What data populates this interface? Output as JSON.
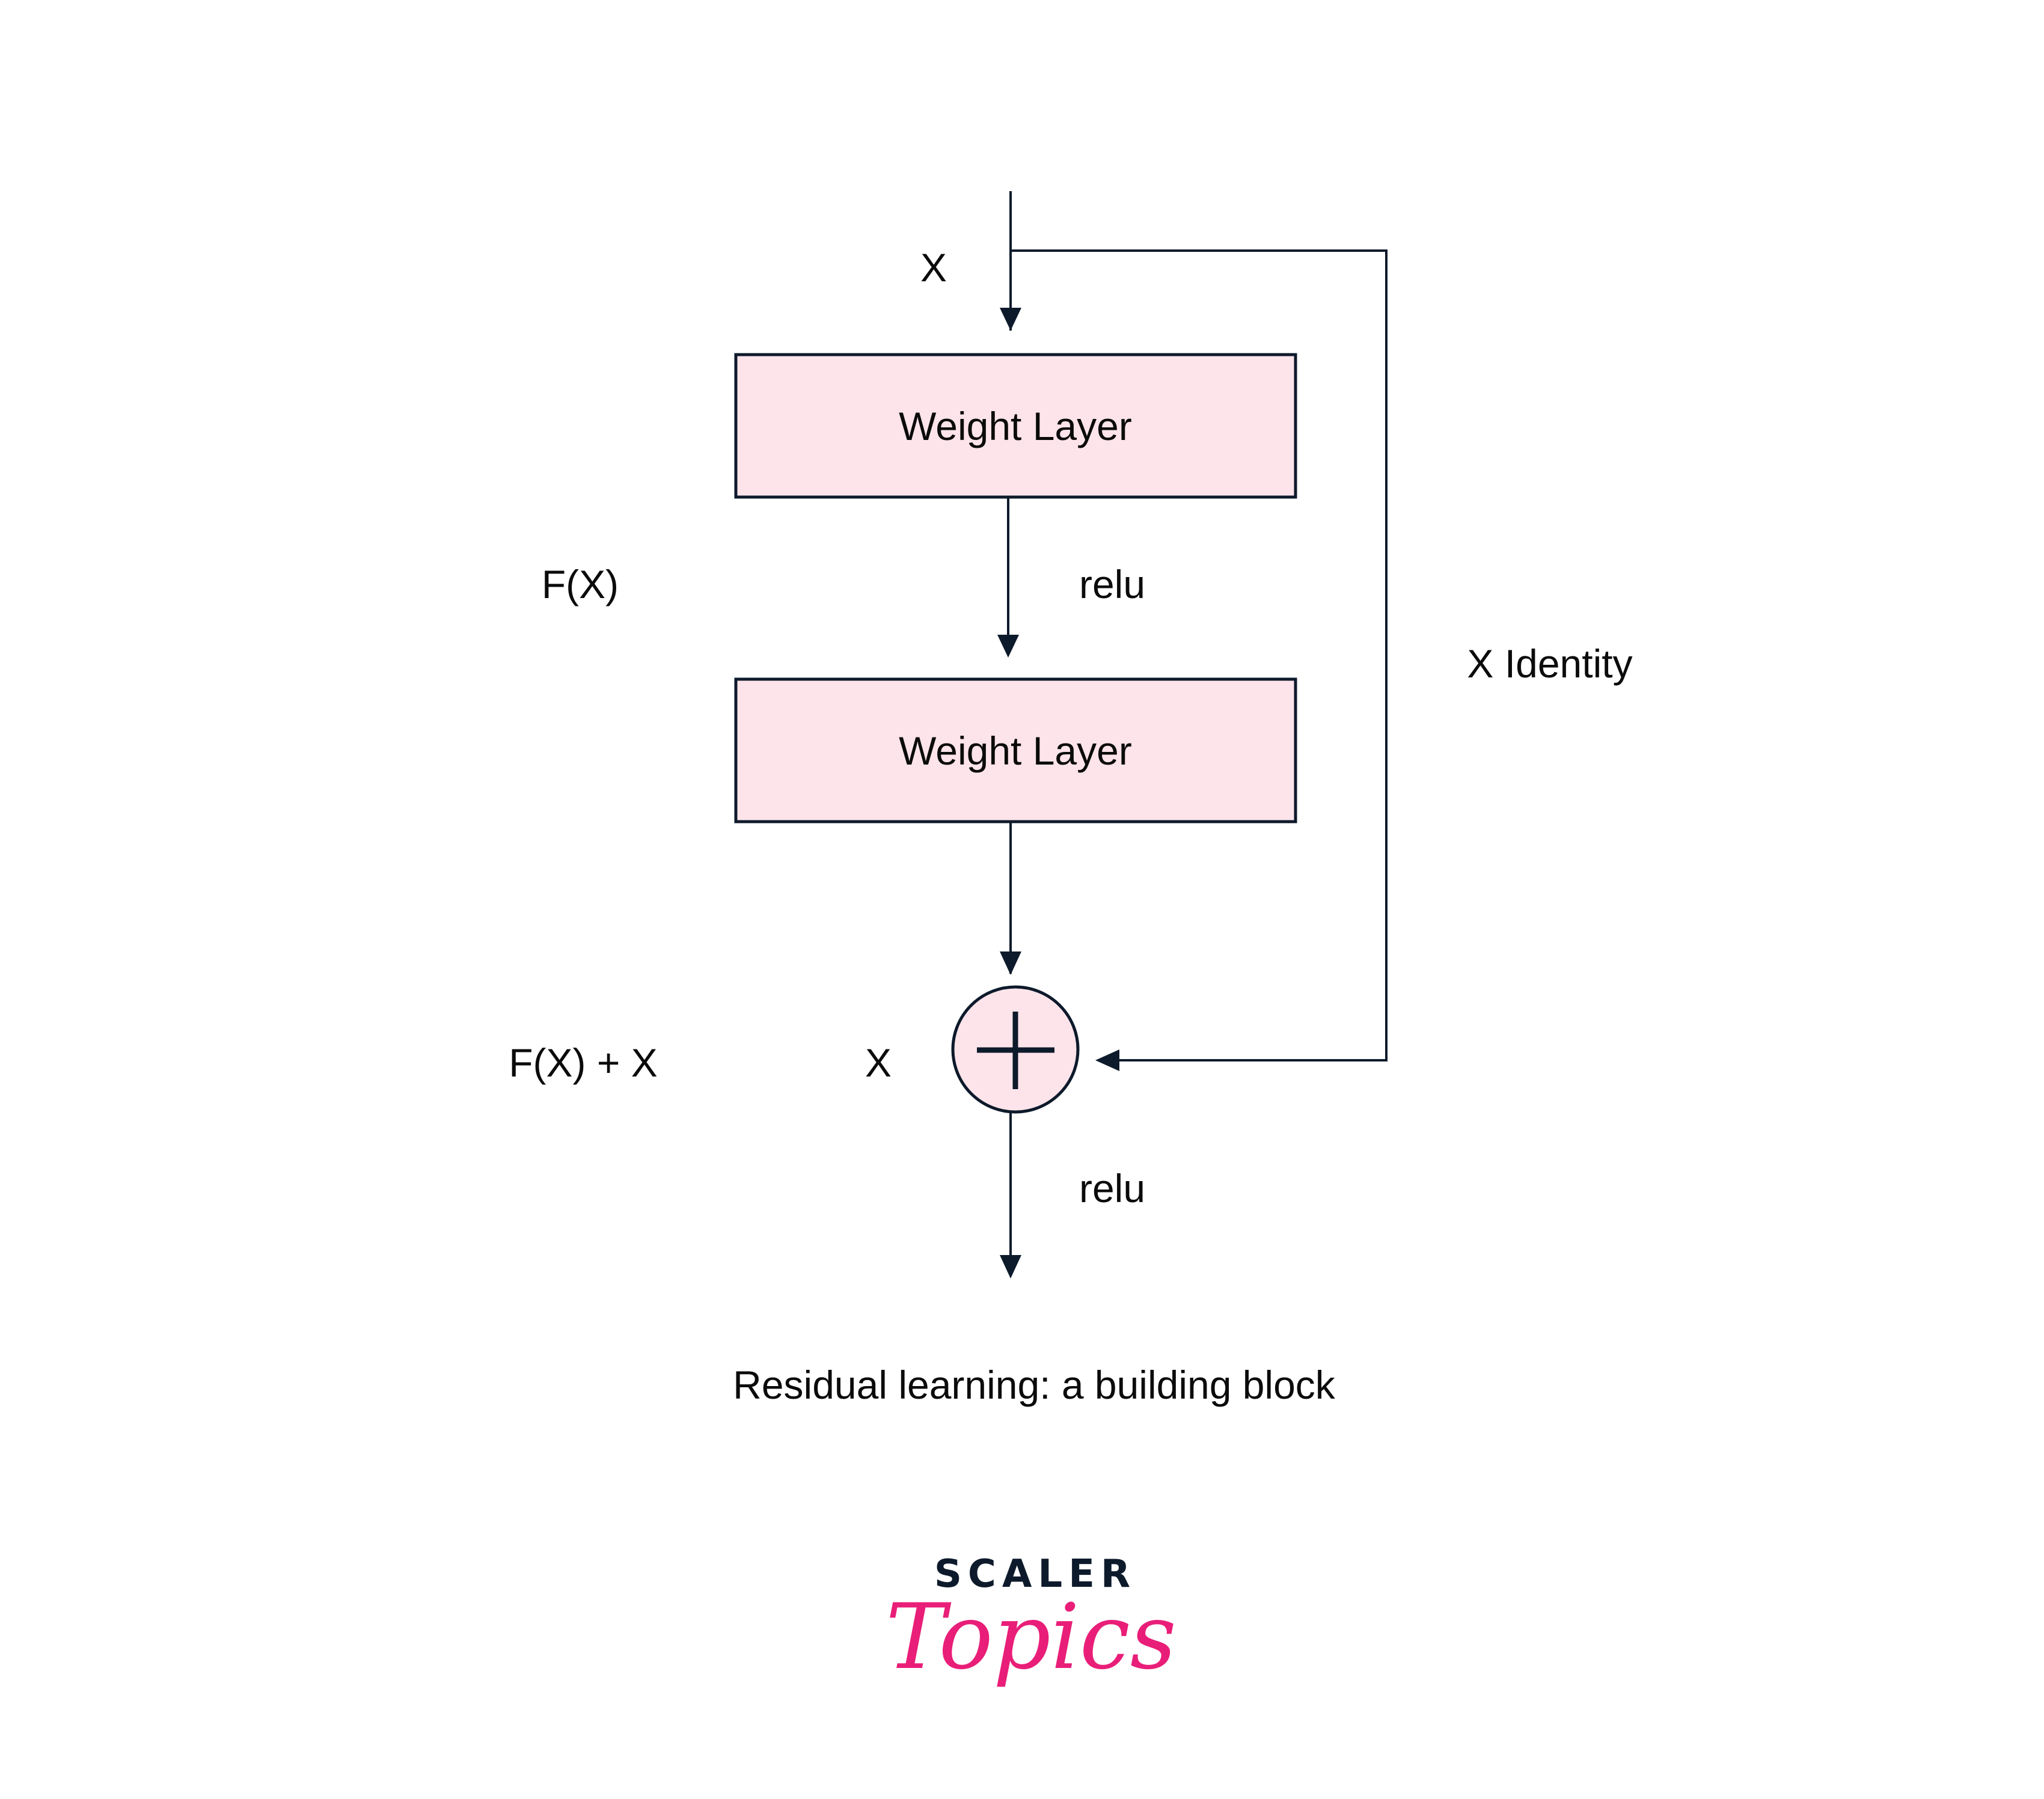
{
  "diagram": {
    "title": "Residual learning: a building block",
    "input_label": "X",
    "layers": [
      {
        "label": "Weight Layer"
      },
      {
        "label": "Weight Layer"
      }
    ],
    "activation_1": "relu",
    "activation_2": "relu",
    "function_label": "F(X)",
    "sum_label": "F(X) + X",
    "sum_input_label": "X",
    "identity_label": "X Identity",
    "sum_symbol": "+"
  },
  "colors": {
    "box_fill": "#fde4ea",
    "stroke": "#0d1a2b",
    "brand_pink": "#e91e78",
    "brand_dark": "#0d1a2b"
  },
  "logo": {
    "line1": "SCALER",
    "line2": "Topics"
  }
}
